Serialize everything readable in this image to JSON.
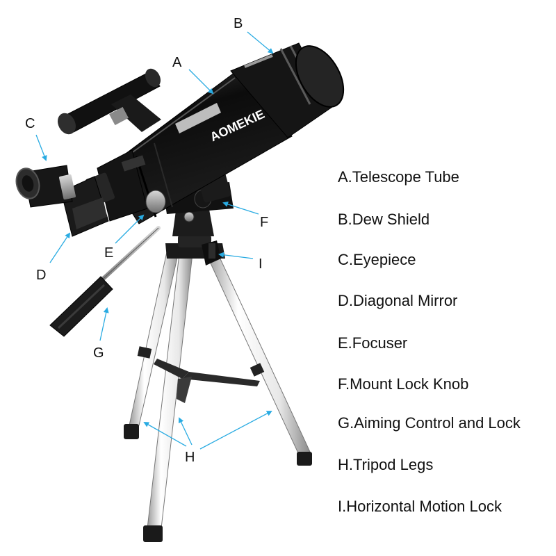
{
  "brand": {
    "logo_text": "AOMEKIE"
  },
  "callout_letters": {
    "a": "A",
    "b": "B",
    "c": "C",
    "d": "D",
    "e": "E",
    "f": "F",
    "g": "G",
    "h": "H",
    "i": "I"
  },
  "legend": [
    {
      "letter": "A",
      "label": "A.Telescope Tube"
    },
    {
      "letter": "B",
      "label": "B.Dew Shield"
    },
    {
      "letter": "C",
      "label": "C.Eyepiece"
    },
    {
      "letter": "D",
      "label": "D.Diagonal Mirror"
    },
    {
      "letter": "E",
      "label": "E.Focuser"
    },
    {
      "letter": "F",
      "label": "F.Mount Lock Knob"
    },
    {
      "letter": "G",
      "label": "G.Aiming Control and Lock"
    },
    {
      "letter": "H",
      "label": "H.Tripod Legs"
    },
    {
      "letter": "I",
      "label": "I.Horizontal Motion Lock"
    }
  ],
  "colors": {
    "arrow": "#29abe2",
    "body": "#141414",
    "leg": "#e6e6e6",
    "text": "#111111"
  }
}
